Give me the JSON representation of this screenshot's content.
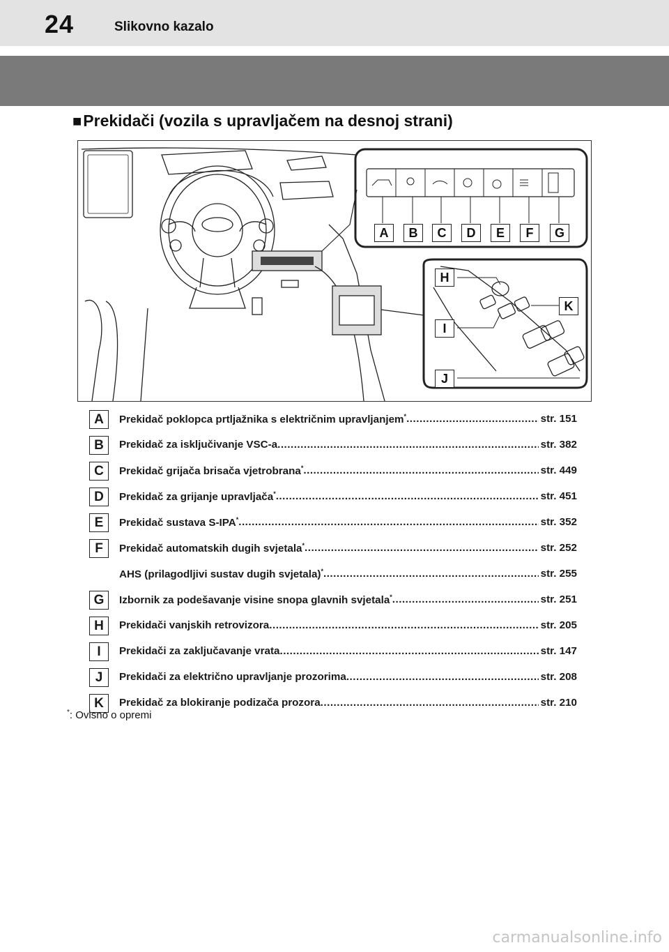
{
  "header": {
    "page_number": "24",
    "title": "Slikovno kazalo"
  },
  "section": {
    "marker": "■",
    "heading": "Prekidači (vozila s upravljačem na desnoj strani)"
  },
  "figure": {
    "top_callouts": [
      "A",
      "B",
      "C",
      "D",
      "E",
      "F",
      "G"
    ],
    "side_callouts": [
      "H",
      "I",
      "J",
      "K"
    ]
  },
  "items": [
    {
      "key": "A",
      "label": "Prekidač poklopca prtljažnika s električnim upravljanjem",
      "footnote": "*",
      "page": "str. 151"
    },
    {
      "key": "B",
      "label": "Prekidač za isključivanje VSC-a",
      "footnote": "",
      "page": "str. 382"
    },
    {
      "key": "C",
      "label": "Prekidač grijača brisača vjetrobrana",
      "footnote": "*",
      "page": "str. 449"
    },
    {
      "key": "D",
      "label": "Prekidač za grijanje upravljača",
      "footnote": "*",
      "page": "str. 451"
    },
    {
      "key": "E",
      "label": "Prekidač sustava S-IPA",
      "footnote": "*",
      "page": "str. 352"
    },
    {
      "key": "F",
      "label": "Prekidač automatskih dugih svjetala",
      "footnote": "*",
      "page": "str. 252"
    },
    {
      "key": "",
      "label": "AHS (prilagodljivi sustav dugih svjetala)",
      "footnote": "*",
      "page": "str. 255"
    },
    {
      "key": "G",
      "label": "Izbornik za podešavanje visine snopa glavnih svjetala",
      "footnote": "*",
      "page": "str. 251"
    },
    {
      "key": "H",
      "label": "Prekidači vanjskih retrovizora",
      "footnote": "",
      "page": "str. 205"
    },
    {
      "key": "I",
      "label": "Prekidači za zaključavanje vrata",
      "footnote": "",
      "page": "str. 147"
    },
    {
      "key": "J",
      "label": "Prekidači za električno upravljanje prozorima",
      "footnote": "",
      "page": "str. 208"
    },
    {
      "key": "K",
      "label": "Prekidač za blokiranje podizača prozora",
      "footnote": "",
      "page": "str. 210"
    }
  ],
  "footnote": {
    "marker": "*",
    "text": ": Ovisno o opremi"
  },
  "watermark": "carmanualsonline.info"
}
